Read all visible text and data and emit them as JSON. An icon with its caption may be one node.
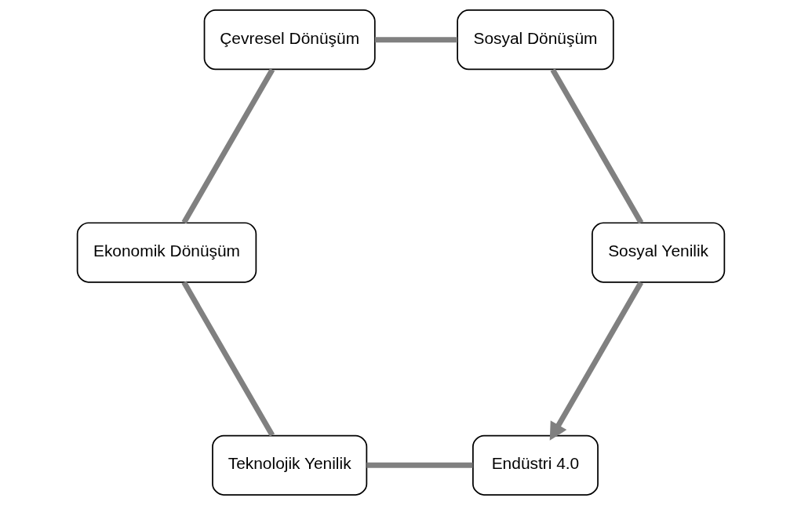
{
  "diagram": {
    "nodes": [
      {
        "text": [
          "Endüstri 4.0"
        ]
      },
      {
        "text": [
          "Teknolojik Yenilik"
        ]
      },
      {
        "text": [
          "Ekonomik Dönüşüm"
        ]
      },
      {
        "text": [
          "Çevresel Dönüşüm"
        ]
      },
      {
        "text": [
          "Sosyal Dönüşüm"
        ]
      },
      {
        "text": [
          "Sosyal Yenilik"
        ]
      }
    ],
    "edges": [
      {
        "from": 0,
        "to": 1,
        "arrow": "none"
      },
      {
        "from": 1,
        "to": 2,
        "arrow": "none"
      },
      {
        "from": 2,
        "to": 3,
        "arrow": "none"
      },
      {
        "from": 3,
        "to": 4,
        "arrow": "none"
      },
      {
        "from": 4,
        "to": 5,
        "arrow": "none"
      },
      {
        "from": 5,
        "to": 0,
        "arrow": "to"
      }
    ]
  }
}
